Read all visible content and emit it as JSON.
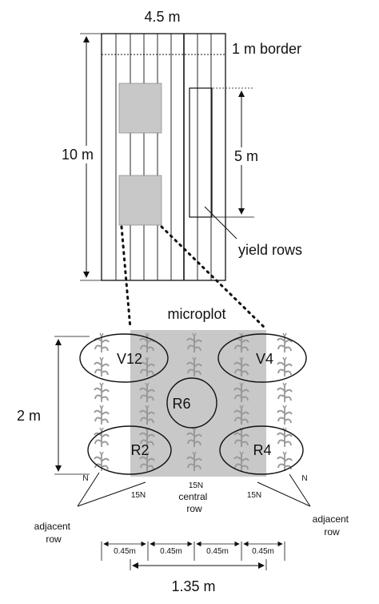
{
  "diagram": {
    "plot": {
      "width_label": "4.5 m",
      "height_label": "10 m",
      "border_label": "1 m border",
      "yield_length_label": "5 m",
      "yield_rows_label": "yield rows"
    },
    "microplot": {
      "title": "microplot",
      "height_label": "2 m",
      "zones": [
        "V12",
        "V4",
        "R6",
        "R2",
        "R4"
      ],
      "fert_labels": [
        "15N",
        "15N",
        "15N"
      ],
      "n_labels": [
        "N",
        "N"
      ],
      "central_row_label": "central\nrow",
      "adjacent_row_label": "adjacent\nrow",
      "spacing_labels": [
        "0.45m",
        "0.45m",
        "0.45m",
        "0.45m"
      ],
      "total_width_label": "1.35 m"
    },
    "colors": {
      "shade": "#c8c8c8",
      "line": "#111111",
      "plant": "#9a9a9a"
    }
  }
}
